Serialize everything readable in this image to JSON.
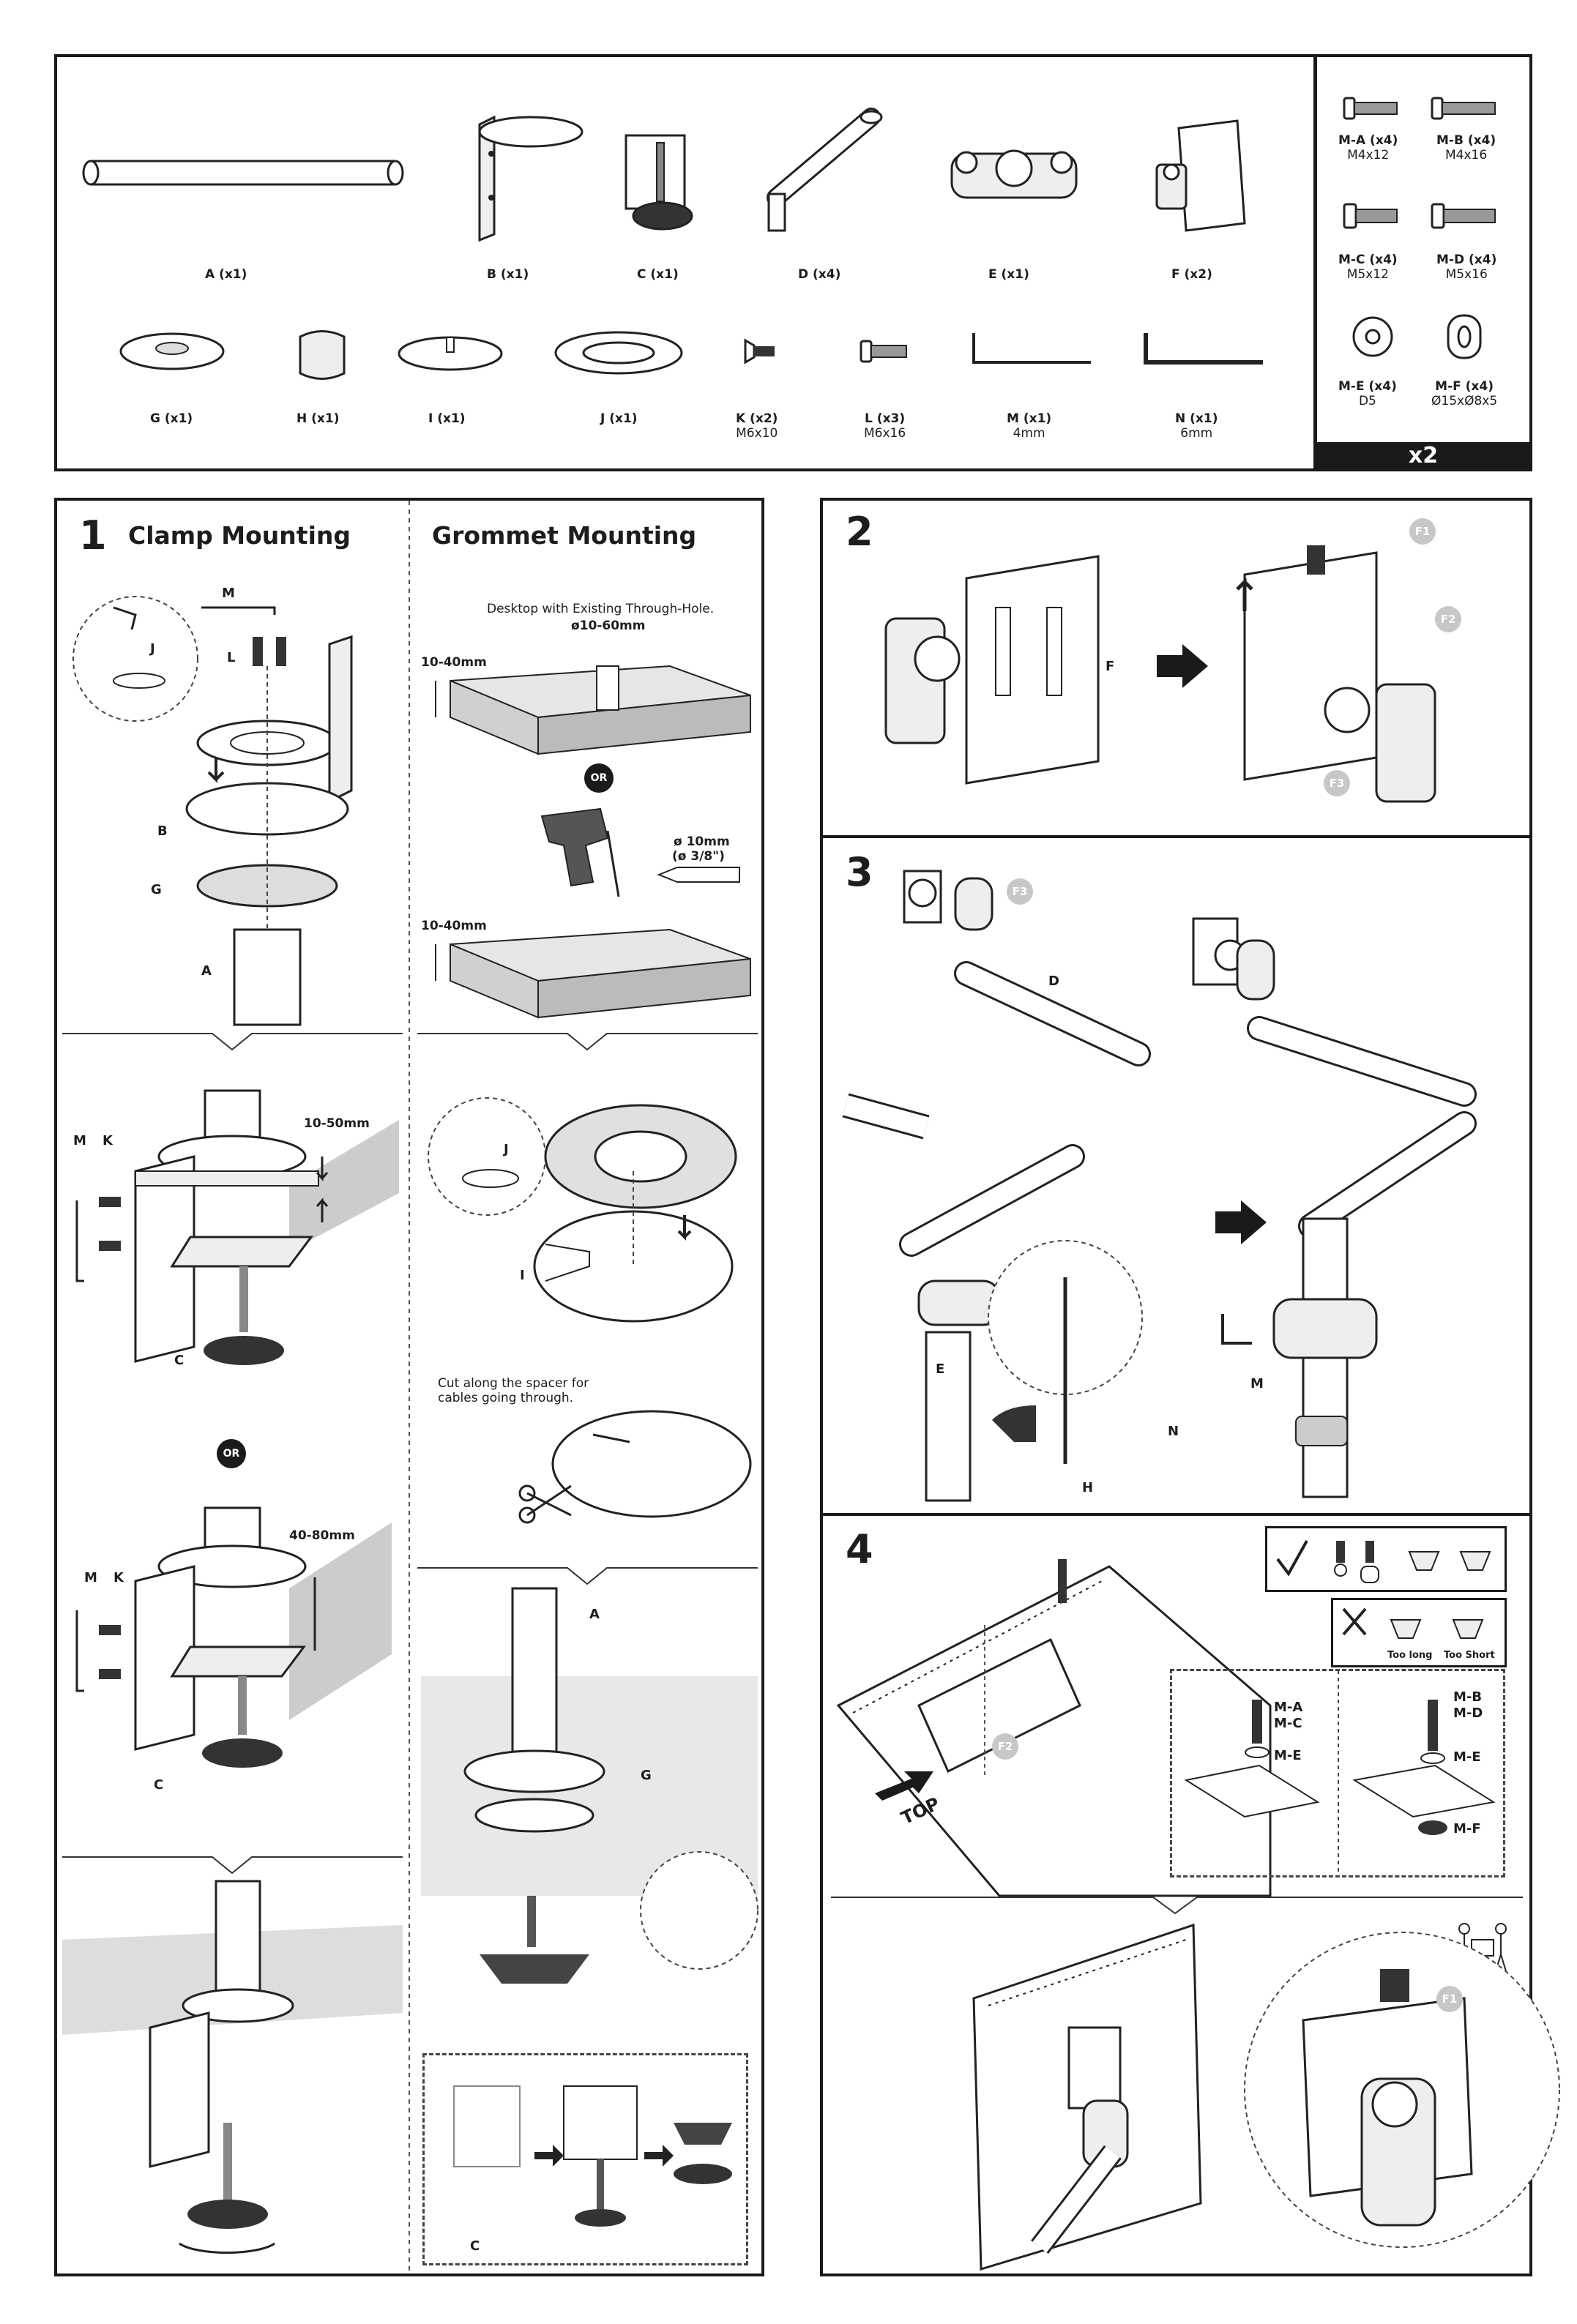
{
  "parts": [
    {
      "label": "A (x1)"
    },
    {
      "label": "B (x1)"
    },
    {
      "label": "C (x1)"
    },
    {
      "label": "D (x4)"
    },
    {
      "label": "E (x1)"
    },
    {
      "label": "F (x2)"
    },
    {
      "label": "G (x1)"
    },
    {
      "label": "H (x1)"
    },
    {
      "label": "I (x1)"
    },
    {
      "label": "J (x1)"
    },
    {
      "label": "K (x2)",
      "sub": "M6x10"
    },
    {
      "label": "L (x3)",
      "sub": "M6x16"
    },
    {
      "label": "M (x1)",
      "sub": "4mm"
    },
    {
      "label": "N (x1)",
      "sub": "6mm"
    }
  ],
  "screws": [
    {
      "label": "M-A (x4)",
      "sub": "M4x12"
    },
    {
      "label": "M-B (x4)",
      "sub": "M4x16"
    },
    {
      "label": "M-C (x4)",
      "sub": "M5x12"
    },
    {
      "label": "M-D (x4)",
      "sub": "M5x16"
    },
    {
      "label": "M-E (x4)",
      "sub": "D5"
    },
    {
      "label": "M-F (x4)",
      "sub": "Ø15xØ8x5"
    }
  ],
  "screws_multiplier": "x2",
  "step1": {
    "number": "1",
    "clamp_title": "Clamp Mounting",
    "grommet_title": "Grommet Mounting",
    "desk_hole_text": "Desktop with Existing Through-Hole.",
    "hole_size": "ø10-60mm",
    "thickness_1": "10-40mm",
    "thickness_2": "10-40mm",
    "drill_size": "ø 10mm",
    "drill_size_in": "(ø 3/8\")",
    "or_label": "OR",
    "clamp_range_1": "10-50mm",
    "clamp_range_2": "40-80mm",
    "cut_text": "Cut along the spacer for cables going through.",
    "tags": {
      "m": "M",
      "j": "J",
      "l": "L",
      "b": "B",
      "g": "G",
      "a": "A",
      "k": "K",
      "c": "C",
      "i": "I"
    }
  },
  "step2": {
    "number": "2",
    "tag_f": "F",
    "callouts": [
      "F1",
      "F2",
      "F3"
    ]
  },
  "step3": {
    "number": "3",
    "tag_d": "D",
    "tag_e": "E",
    "tag_n": "N",
    "tag_h": "H",
    "tag_m": "M",
    "callout": "F3"
  },
  "step4": {
    "number": "4",
    "top_label": "TOP",
    "callout_f2": "F2",
    "callout_f1": "F1",
    "screw_set_1": [
      "M-A",
      "M-C"
    ],
    "washer_1": "M-E",
    "screw_set_2": [
      "M-B",
      "M-D"
    ],
    "washer_2": "M-E",
    "spacer": "M-F",
    "too_long": "Too long",
    "too_short": "Too Short"
  }
}
